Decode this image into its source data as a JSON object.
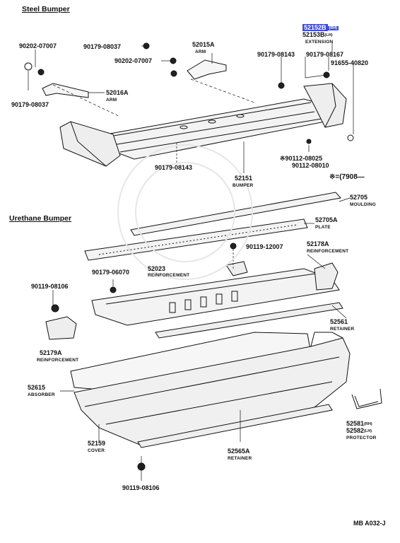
{
  "sections": {
    "steel": "Steel Bumper",
    "urethane": "Urethane Bumper"
  },
  "note_star": "※=(7908—",
  "diagram_code": "MB A032-J",
  "parts": {
    "p52152B": "52152B",
    "p52152B_side": "(RH)",
    "p52153B": "52153B",
    "p52153B_side": "(LH)",
    "extension": "EXTENSION",
    "p90179_08143_a": "90179-08143",
    "p90179_08167": "90179-08167",
    "p91655_40820": "91655-40820",
    "p90202_07007_a": "90202-07007",
    "p90179_08037_a": "90179-08037",
    "p52015A": "52015A",
    "arm_a": "ARM",
    "p90202_07007_b": "90202-07007",
    "p52016A": "52016A",
    "arm_b": "ARM",
    "p90179_08037_b": "90179-08037",
    "p90112_08025": "※90112-08025",
    "p90112_08010": "90112-08010",
    "p90179_08143_b": "90179-08143",
    "p52151": "52151",
    "bumper": "BUMPER",
    "p52705": "52705",
    "moulding": "MOULDING",
    "p52705A": "52705A",
    "plate": "PLATE",
    "p90119_12007": "90119-12007",
    "p52178A": "52178A",
    "reinforcement_a": "REINFORCEMENT",
    "p90179_06070": "90179-06070",
    "p52023": "52023",
    "reinforcement_b": "REINFORCEMENT",
    "p90119_08106_a": "90119-08106",
    "p52561": "52561",
    "retainer_a": "RETAINER",
    "p52179A": "52179A",
    "reinforcement_c": "REINFORCEMENT",
    "p52615": "52615",
    "absorber": "ABSORBER",
    "p52581": "52581",
    "p52581_side": "(RH)",
    "p52582": "52582",
    "p52582_side": "(LH)",
    "protector": "PROTECTOR",
    "p52159": "52159",
    "cover": "COVER",
    "p52565A": "52565A",
    "retainer_b": "RETAINER",
    "p90119_08106_b": "90119-08106"
  },
  "colors": {
    "highlight": "#3d4bd6",
    "ink": "#111111",
    "fill": "#f3f3f3",
    "shade": "#cfcfcf"
  }
}
